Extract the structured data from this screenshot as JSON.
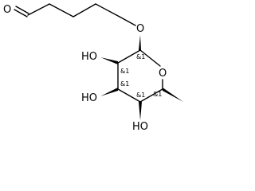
{
  "molecule": {
    "atom_labels": {
      "aldehyde_o": "O",
      "ether_o": "O",
      "ring_o": "O",
      "oh_c2": "HO",
      "oh_c3": "HO",
      "oh_c4": "HO"
    },
    "stereo_labels": {
      "c1": "&1",
      "c2": "&1",
      "c3": "&1",
      "c4": "&1",
      "c5": "&1"
    }
  }
}
